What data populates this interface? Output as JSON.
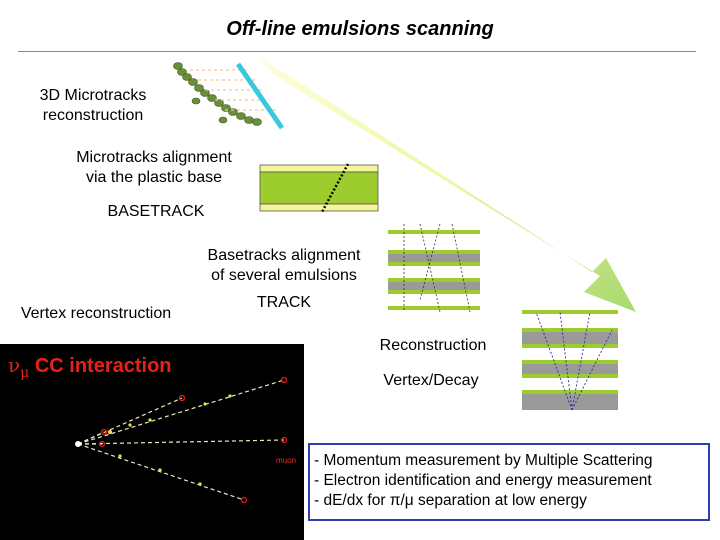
{
  "title": "Off-line emulsions scanning",
  "labels": {
    "microtracks_3d": [
      "3D Microtracks",
      "reconstruction"
    ],
    "alignment_plastic": [
      "Microtracks alignment",
      "via the plastic base"
    ],
    "basetrack": "BASETRACK",
    "basetracks_alignment": [
      "Basetracks alignment",
      "of several emulsions"
    ],
    "track": "TRACK",
    "vertex_reconstruction": "Vertex reconstruction",
    "reconstruction": "Reconstruction",
    "vertex_decay": "Vertex/Decay"
  },
  "interaction": {
    "symbol_nu": "ν",
    "symbol_mu": "μ",
    "text": " CC interaction",
    "muon_label": "muon"
  },
  "notes": [
    "- Momentum measurement by Multiple Scattering",
    "- Electron identification and energy measurement",
    "- dE/dx for π/μ separation at low energy"
  ],
  "colors": {
    "arrow_start": "#fffacd",
    "arrow_end": "#a8d86e",
    "emulsion_green": "#9ccc2e",
    "emulsion_yellow": "#f5f59a",
    "plastic_gray": "#9a9a9a",
    "grain_green": "#6b8e3a",
    "plate_cyan": "#38c8e0",
    "interaction_red": "#e8201a",
    "notes_border": "#2b3fb0"
  }
}
